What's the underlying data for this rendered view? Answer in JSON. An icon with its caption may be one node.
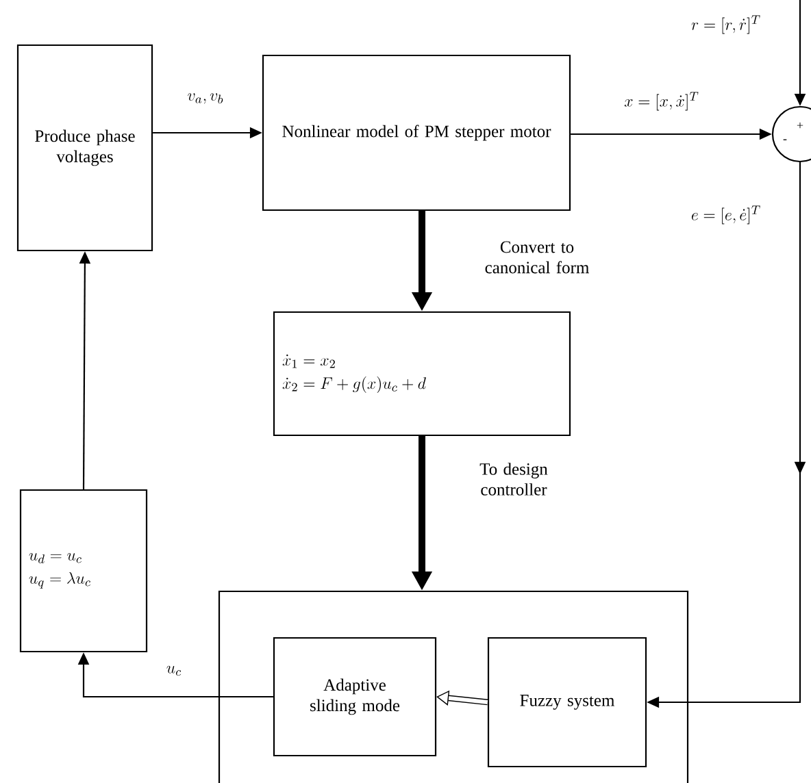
{
  "diagram": {
    "nodes": [
      {
        "text": [
          "Produce phase voltages"
        ]
      },
      {
        "text": [
          "Nonlinear model of PM stepper motor"
        ]
      },
      {
        "text": [
          "+",
          "-"
        ]
      },
      {
        "text": [
          "\\dot{x}_1 = x_2",
          "\\dot{x}_2 = F + g(x)u_c + d"
        ]
      },
      {
        "text": [],
        "shape": "box"
      },
      {
        "text": [
          "Adaptive sliding mode"
        ],
        "in": 4
      },
      {
        "text": [
          "Fuzzy system"
        ],
        "in": 4
      },
      {
        "text": [
          "u_d = u_c",
          "u_q = \\lambda u_c"
        ]
      }
    ],
    "edges": [
      {
        "from": 0,
        "to": 1,
        "arrow": "to",
        "label": "v_a , v_b"
      },
      {
        "from": 1,
        "to": 2,
        "arrow": "to",
        "label": "x = [x , \\dot{x}]^T"
      },
      {
        "from": null,
        "to": 2,
        "arrow": "to",
        "label": "r = [r , \\dot{r}]^T"
      },
      {
        "from": 2,
        "to": 6,
        "arrow": "to",
        "label": "e = [e , \\dot{e}]^T"
      },
      {
        "from": 1,
        "to": 3,
        "arrow": "to",
        "style": "thick",
        "label": "Convert to canonical form"
      },
      {
        "from": 3,
        "to": 4,
        "arrow": "to",
        "style": "thick",
        "label": "To design controller"
      },
      {
        "from": 6,
        "to": 5,
        "arrow": "to",
        "style": "thick"
      },
      {
        "from": 5,
        "to": 7,
        "arrow": "to",
        "label": "u_c"
      },
      {
        "from": 7,
        "to": 0,
        "arrow": "to"
      }
    ]
  }
}
